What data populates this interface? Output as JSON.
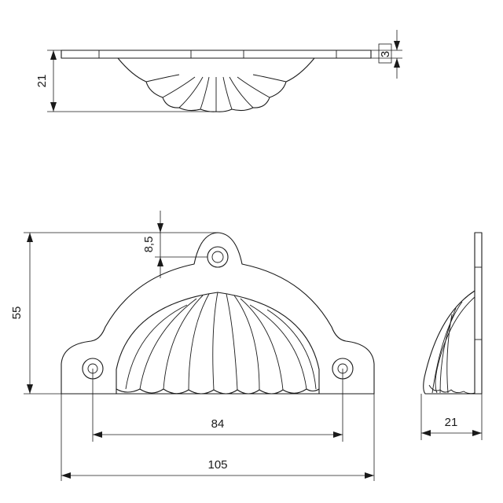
{
  "drawing": {
    "top_view": {
      "height_dim": "21",
      "thickness_dim": "3"
    },
    "front_view": {
      "height_dim": "55",
      "hole_offset_dim": "8,5",
      "hole_spacing_dim": "84",
      "overall_width_dim": "105"
    },
    "side_view": {
      "depth_dim": "21"
    }
  }
}
